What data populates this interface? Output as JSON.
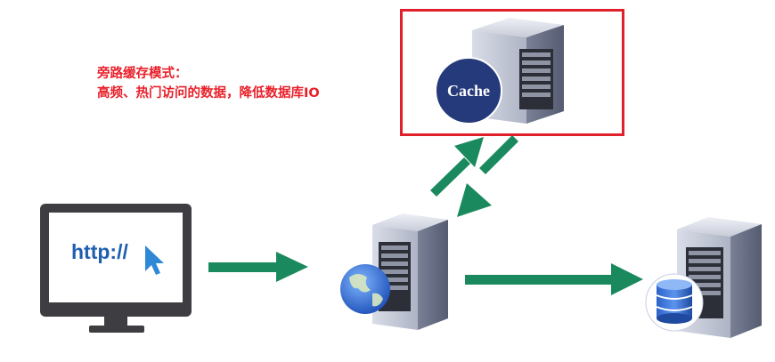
{
  "annotation": {
    "title": "旁路缓存模式：",
    "description": "高频、热门访问的数据，降低数据库IO"
  },
  "client": {
    "url_text": "http://"
  },
  "cache_server": {
    "badge_label": "Cache"
  },
  "colors": {
    "arrow": "#1a8a5e",
    "highlight_border": "#e0202a",
    "annotation_text": "#e8202a",
    "badge": "#253a7a"
  }
}
